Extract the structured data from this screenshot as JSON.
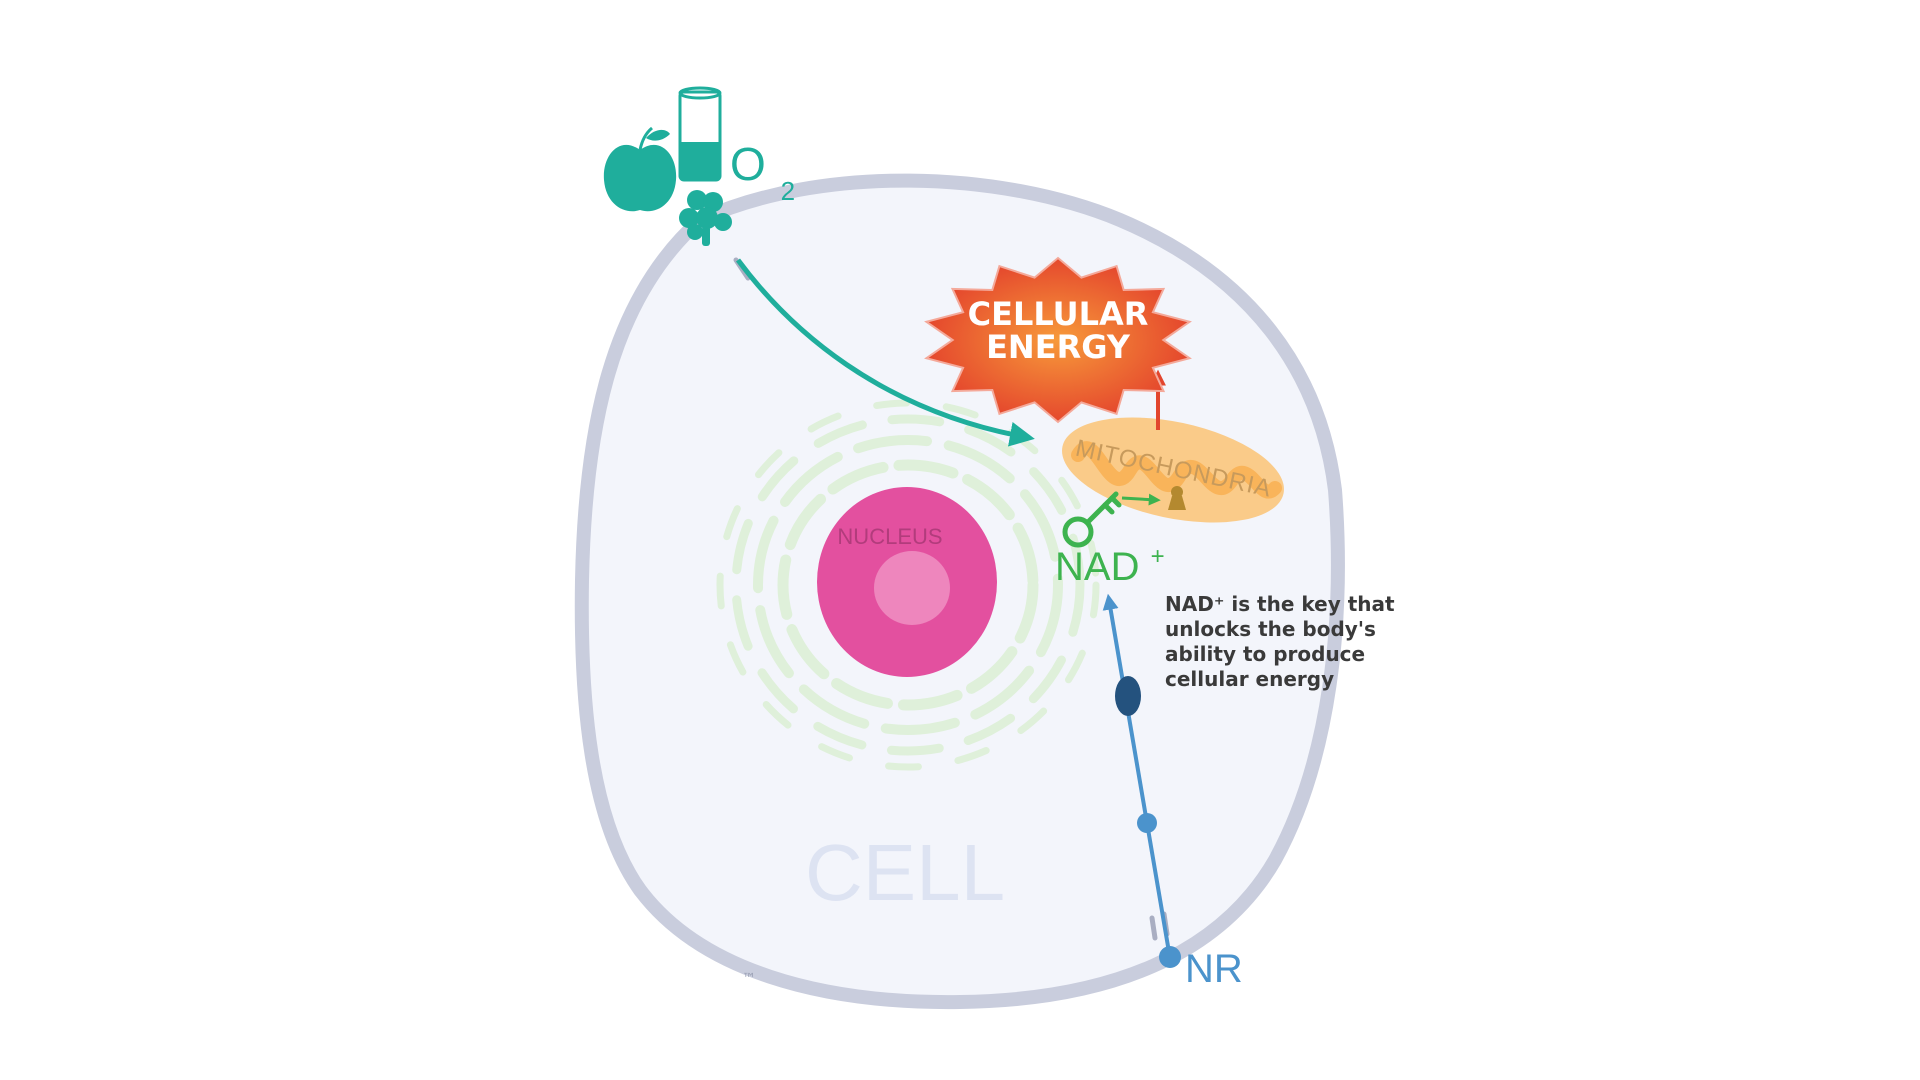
{
  "labels": {
    "oxygen_base": "O",
    "oxygen_subscript": "2",
    "energy_line1": "CELLULAR",
    "energy_line2": "ENERGY",
    "mitochondria": "MITOCHONDRIA",
    "nucleus": "NUCLEUS",
    "nad_base": "NAD",
    "nad_sup": "+",
    "cell": "CELL",
    "nr": "NR",
    "trademark": "™"
  },
  "caption": {
    "line1": "NAD⁺ is the key that",
    "line2": "unlocks the body's",
    "line3": "ability to produce",
    "line4": "cellular energy"
  },
  "icons": {
    "food": [
      "apple-icon",
      "glass-icon",
      "broccoli-icon"
    ],
    "nad": "key-icon",
    "lock": "keyhole-icon"
  },
  "colors": {
    "teal": "#1fae9c",
    "membrane": "#c9cddd",
    "cytoplasm": "#f3f5fb",
    "nucleus": "#e3509f",
    "nucleolus": "#ee86bd",
    "er": "#dff0da",
    "mitochondria": "#fbc67c",
    "mito_text": "#c79a5c",
    "energy_red": "#e2452d",
    "nad_green": "#3db34f",
    "nr_blue": "#4b93cc",
    "nr_dark": "#24527e",
    "cell_label": "#dde3f2",
    "caption": "#3a3a3a"
  }
}
